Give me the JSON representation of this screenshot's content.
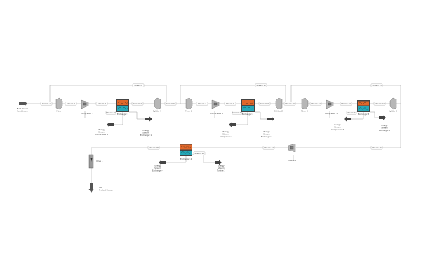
{
  "flowsheet": {
    "feed": {
      "label": "Feed Stream",
      "name": "Feedstream"
    },
    "product": {
      "label": "OH",
      "name": "Product Stream"
    },
    "stream_tags": [
      "Stream 1",
      "Stream 2",
      "Stream 3",
      "Stream 4",
      "Stream 5",
      "Stream 6",
      "Stream 7",
      "Stream 8",
      "Stream 9",
      "Stream 10",
      "Stream 11",
      "Stream 12",
      "Stream 13",
      "Stream 14",
      "Stream 15",
      "Stream 16",
      "Stream 17",
      "Stream 18",
      "Stream 19",
      "Stream 20",
      "Stream 21",
      "Stream 22",
      "Stream 23",
      "Stream 24",
      "Stream 25"
    ],
    "unit_labels": {
      "mixer_1": "Mixer",
      "compressor_1": "Compressor 1",
      "hx_1": "Exchanger 1",
      "splitter_1": "Splitter 1",
      "mixer_2": "Mixer 2",
      "compressor_2": "Compressor 2",
      "hx_2": "Exchanger 2",
      "splitter_2": "Splitter 2",
      "mixer_3": "Mixer 3",
      "compressor_3": "Compressor 3",
      "hx_3": "Exchanger 3",
      "splitter_3": "Splitter 3",
      "hx_4": "Exchanger 4",
      "valve": "Valve 1",
      "turbine": "Turbine 1"
    },
    "energy_labels": {
      "e1": [
        "Energy",
        "Stream",
        "Compressor 1"
      ],
      "e2": [
        "Energy",
        "Stream",
        "Exchanger 1"
      ],
      "e3": [
        "Energy",
        "Stream",
        "Compressor 2"
      ],
      "e4": [
        "Energy",
        "Stream",
        "Exchanger 2"
      ],
      "e5": [
        "Energy",
        "Stream",
        "Compressor 3"
      ],
      "e6": [
        "Energy",
        "Stream",
        "Exchanger 3"
      ],
      "e7": [
        "Energy",
        "Stream",
        "Exchanger 4"
      ],
      "e8": [
        "Energy",
        "Stream",
        "Turbine 1"
      ]
    },
    "colors": {
      "hot": "#e0672a",
      "cold": "#26a8b8",
      "body": "#444444",
      "line": "#9a9a9a"
    }
  }
}
